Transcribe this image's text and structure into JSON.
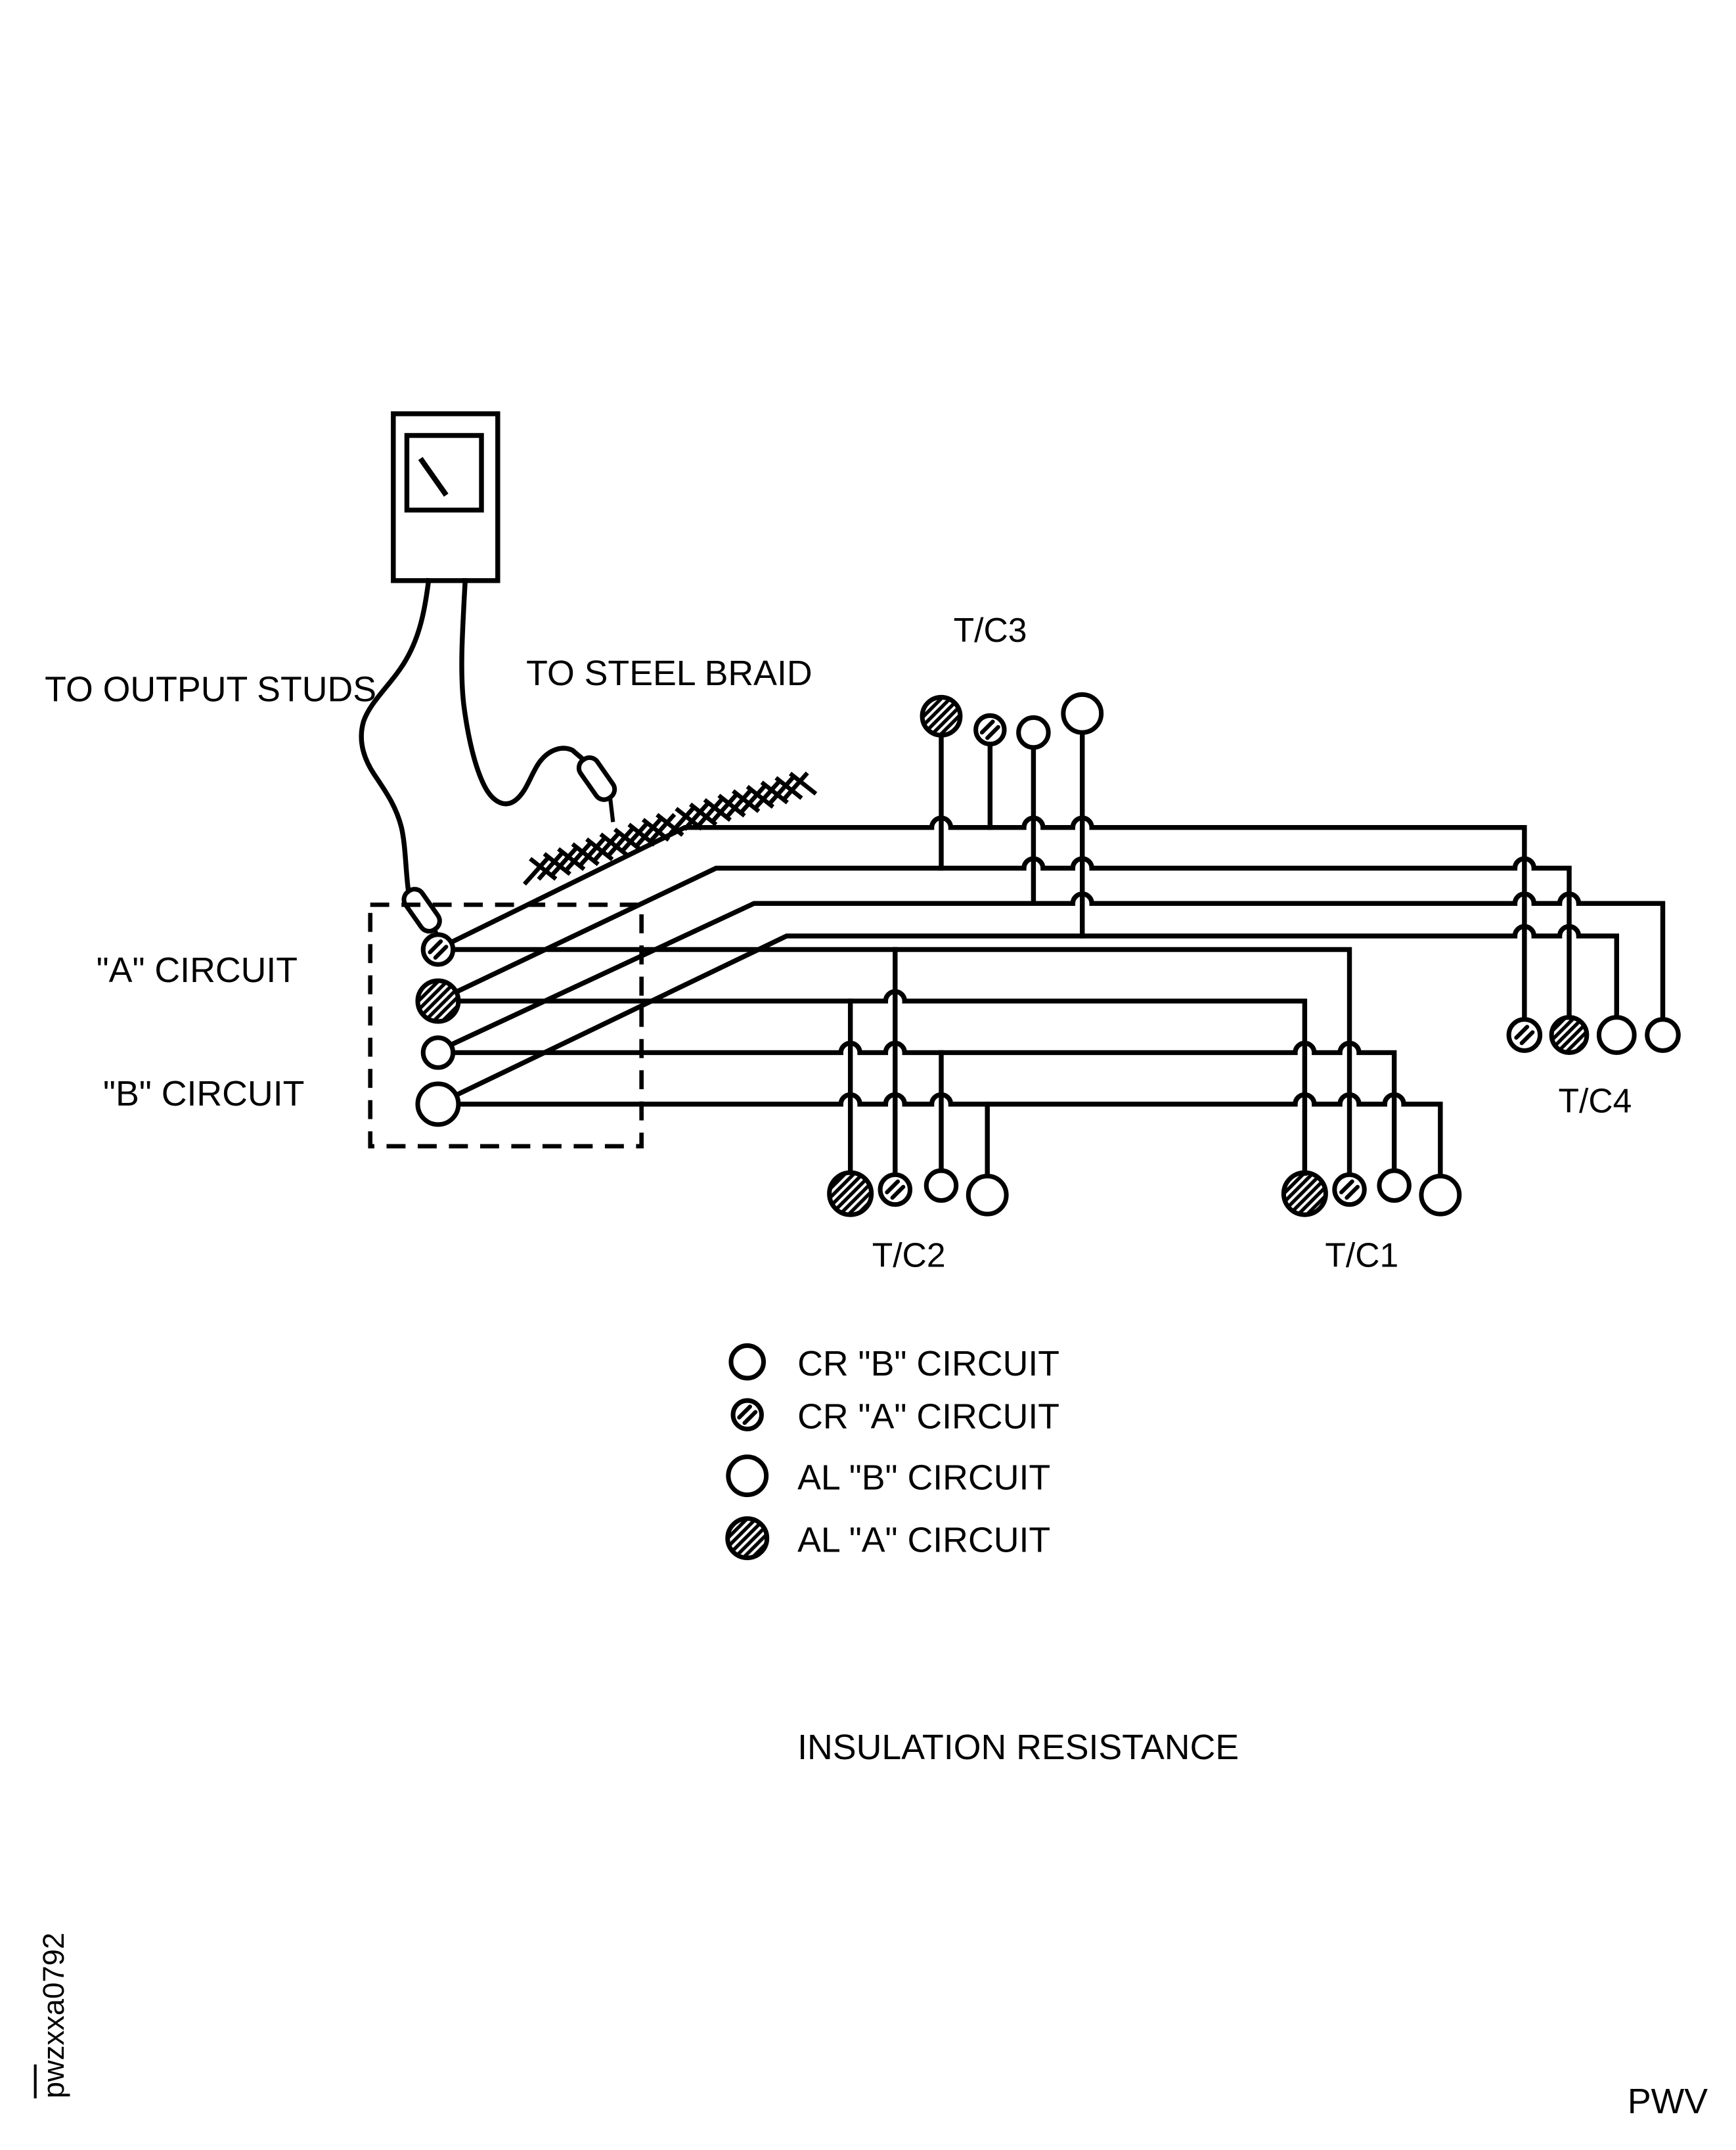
{
  "page": {
    "background": "#ffffff",
    "line_color": "#000000"
  },
  "labels": {
    "to_output_studs": "TO OUTPUT STUDS",
    "to_steel_braid": "TO STEEL BRAID",
    "a_circuit": "\"A\" CIRCUIT",
    "b_circuit": "\"B\" CIRCUIT",
    "tc3": "T/C3",
    "tc4": "T/C4",
    "tc2": "T/C2",
    "tc1": "T/C1",
    "title": "INSULATION RESISTANCE",
    "doc_code": "pwzxxa0792",
    "page_code": "PWV"
  },
  "legend": {
    "items": [
      {
        "symbol": "small-open-circle",
        "label": "CR \"B\" CIRCUIT"
      },
      {
        "symbol": "small-hatched-circle",
        "label": "CR \"A\" CIRCUIT"
      },
      {
        "symbol": "large-open-circle",
        "label": "AL \"B\" CIRCUIT"
      },
      {
        "symbol": "large-hatched-circle",
        "label": "AL \"A\" CIRCUIT"
      }
    ]
  }
}
